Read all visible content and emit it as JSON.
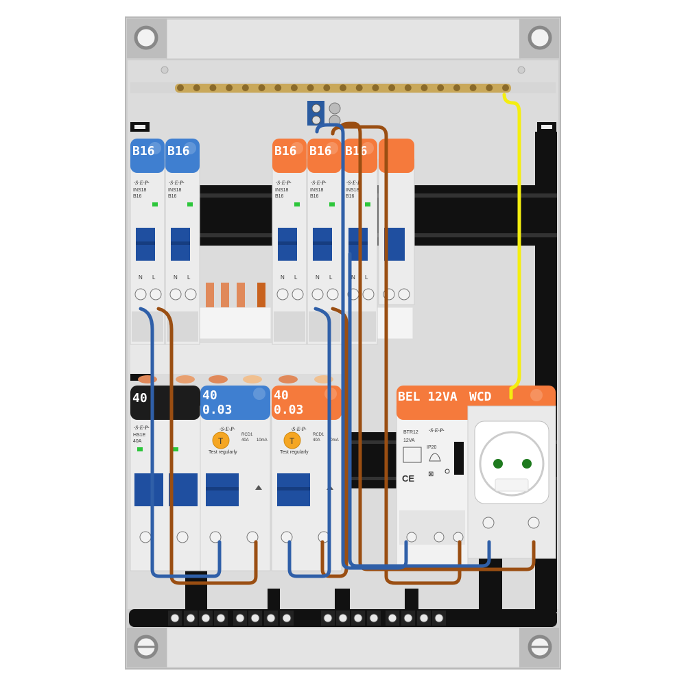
{
  "colors": {
    "cabinet": "#c8c8c8",
    "cabinet_inner": "#e6e6e6",
    "din_rail": "#111111",
    "blue_cap": "#3f7fd0",
    "orange_cap": "#f57a3c",
    "black_cap": "#1c1c1c",
    "toggle": "#1f4fa0",
    "wire_blue": "#2f5fa8",
    "wire_brown": "#9a4e12",
    "wire_yellow": "#f4ee10",
    "brass": "#c9a85a",
    "breaker_body": "#ececec"
  },
  "brand": "·S·E·P·",
  "breakers_top": [
    {
      "label": "B16",
      "model": "INS18",
      "rating": "B16",
      "color": "blue"
    },
    {
      "label": "B16",
      "model": "INS18",
      "rating": "B16",
      "color": "blue"
    },
    {
      "label": "B16",
      "model": "INS18",
      "rating": "B16",
      "color": "orange"
    },
    {
      "label": "B16",
      "model": "INS18",
      "rating": "B16",
      "color": "orange"
    },
    {
      "label": "B16",
      "model": "INS18",
      "rating": "B16",
      "color": "orange"
    }
  ],
  "terminal_marks": {
    "n": "N",
    "l": "L"
  },
  "main_switch": {
    "label": "40",
    "model": "HS1E",
    "rating": "40A"
  },
  "rcds": [
    {
      "label_line1": "40",
      "label_line2": "0.03",
      "model": "RCD1",
      "rating": "40A",
      "sensitivity": "10mA",
      "test_text": "Test regularly",
      "test_button": "T",
      "color": "blue"
    },
    {
      "label_line1": "40",
      "label_line2": "0.03",
      "model": "RCD1",
      "rating": "40A",
      "sensitivity": "10mA",
      "test_text": "Test regularly",
      "test_button": "T",
      "color": "orange"
    }
  ],
  "bell_transformer": {
    "label": "BEL 12VA",
    "model": "BTR12",
    "rating": "12VA",
    "ip": "IP20",
    "ce": "CE"
  },
  "socket": {
    "label": "WCD"
  }
}
